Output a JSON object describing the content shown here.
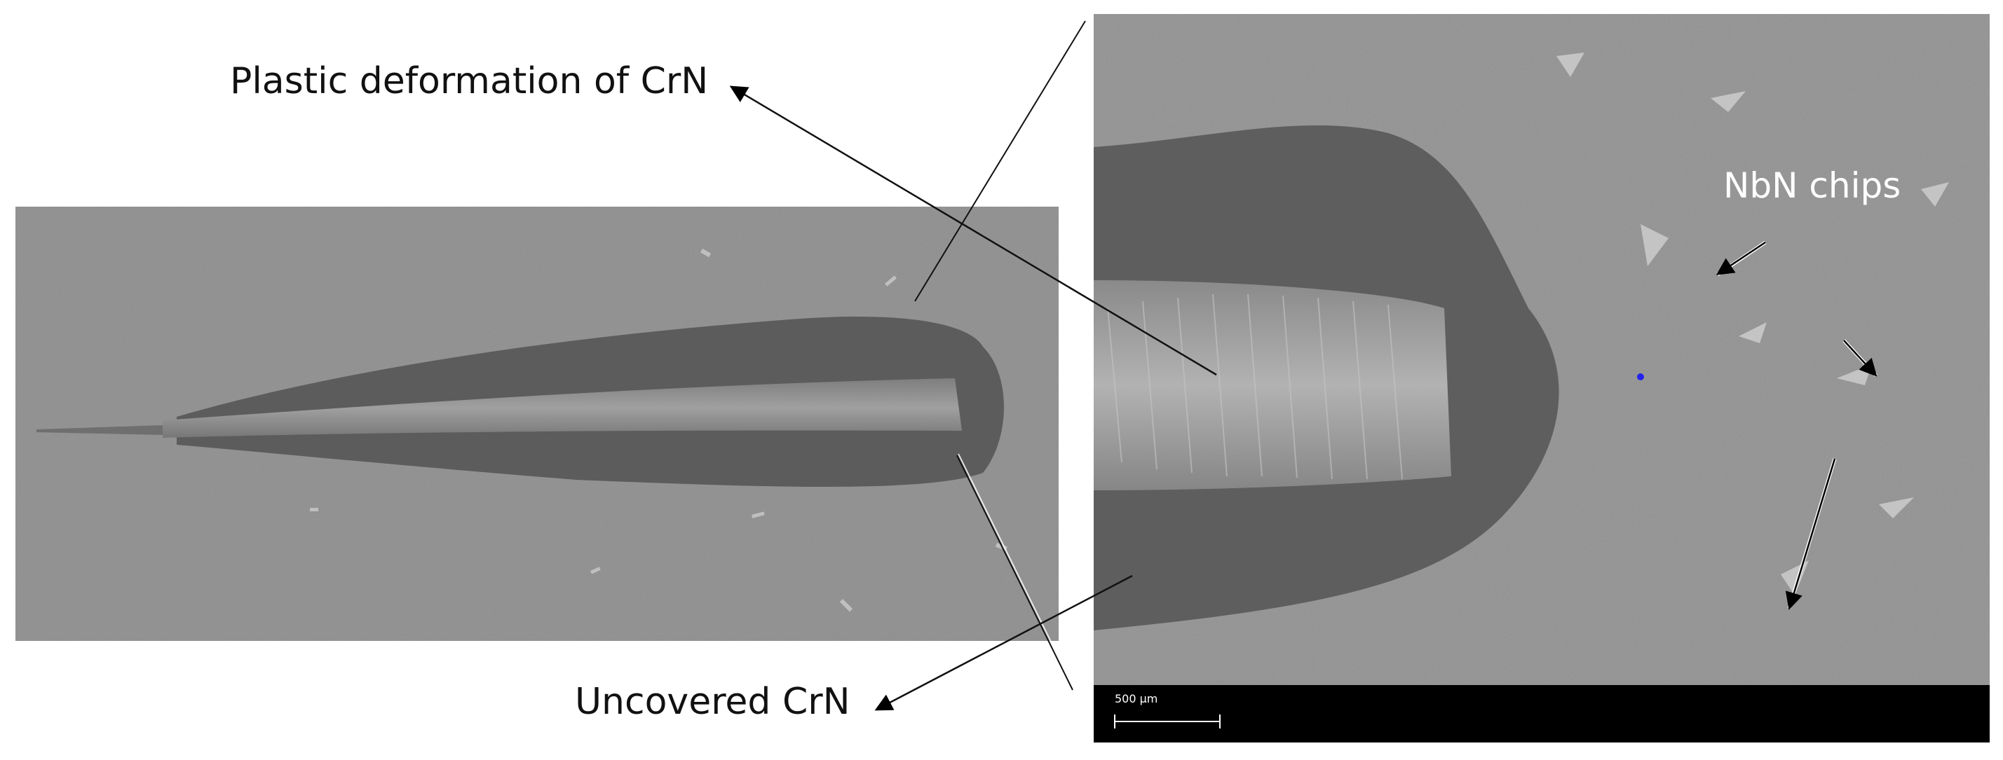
{
  "annotations": {
    "plastic_deformation": "Plastic deformation of CrN",
    "uncovered": "Uncovered CrN",
    "nbn_chips": "NbN chips"
  },
  "scale_bar": {
    "text": "500 µm"
  },
  "colors": {
    "sem_gray": "#8c8c8c",
    "coating_dark": "#5a5a5a",
    "scale_bar_bg": "#000000"
  }
}
